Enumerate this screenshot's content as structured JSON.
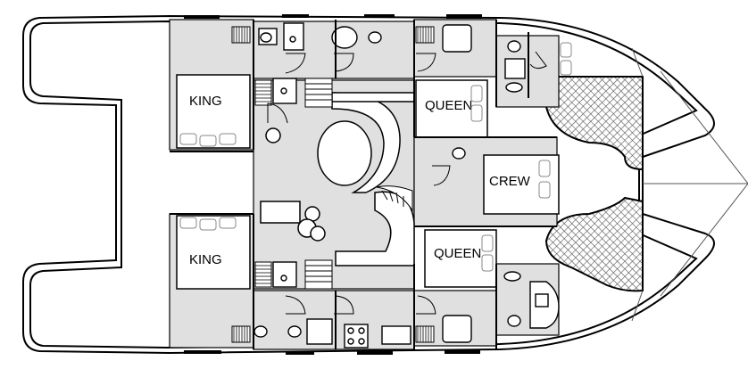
{
  "cabins": [
    {
      "id": "king-port",
      "label": "KING"
    },
    {
      "id": "king-starboard",
      "label": "KING"
    },
    {
      "id": "queen-port",
      "label": "QUEEN"
    },
    {
      "id": "queen-starboard",
      "label": "QUEEN"
    },
    {
      "id": "crew",
      "label": "CREW"
    }
  ],
  "colors": {
    "hull_outline": "#000000",
    "floor_gray": "#e0e0e0",
    "hull_fill": "#ffffff",
    "trampoline_mesh": "#6f6f6f",
    "hull_dark_band": "#000000"
  }
}
